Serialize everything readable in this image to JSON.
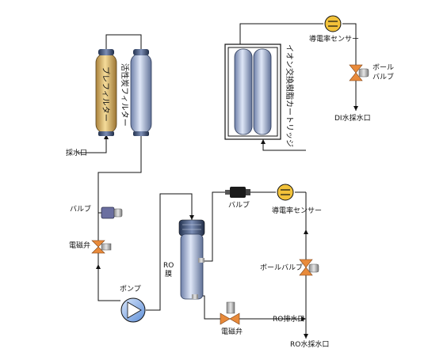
{
  "labels": {
    "pre_filter": "プレフィルター",
    "carbon_filter": "活性炭フィルター",
    "inlet": "採水口",
    "valve_left": "バルブ",
    "solenoid_left": "電磁弁",
    "pump": "ポンプ",
    "ro_membrane_1": "RO",
    "ro_membrane_2": "膜",
    "valve_mid": "バルブ",
    "conductivity_mid": "導電率センサー",
    "ball_valve_mid": "ボールバルブ",
    "solenoid_bottom": "電磁弁",
    "ro_drain": "RO排水口",
    "ro_outlet": "RO水採水口",
    "ion_cartridge": "イオン交換樹脂カートリッジ",
    "conductivity_top": "導電率センサー",
    "ball_valve_top_1": "ボール",
    "ball_valve_top_2": "バルブ",
    "di_outlet": "DI水採水口"
  },
  "colors": {
    "line": "#111111",
    "prefilter": "#e0bd70",
    "carbon": "#aebfe0",
    "resin": "#b9c8e4",
    "ro": "#b4c4e2",
    "pump": "#8fb4ea",
    "valve": "#e88a3a"
  }
}
